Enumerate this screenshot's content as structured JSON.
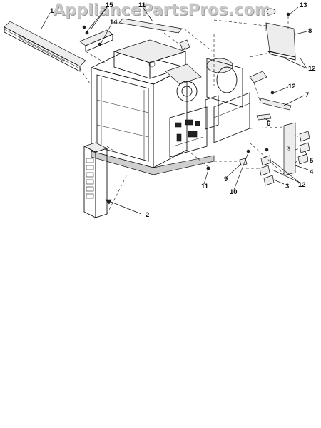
{
  "watermark": "AppliancePartsPros.com",
  "callouts": [
    {
      "id": "c1",
      "label": "1"
    },
    {
      "id": "c15",
      "label": "15"
    },
    {
      "id": "c14",
      "label": "14"
    },
    {
      "id": "c11a",
      "label": "11"
    },
    {
      "id": "c13",
      "label": "13"
    },
    {
      "id": "c8",
      "label": "8"
    },
    {
      "id": "c12a",
      "label": "12"
    },
    {
      "id": "c12b",
      "label": "12"
    },
    {
      "id": "c7",
      "label": "7"
    },
    {
      "id": "c6",
      "label": "6"
    },
    {
      "id": "c5",
      "label": "5"
    },
    {
      "id": "c4",
      "label": "4"
    },
    {
      "id": "c12c",
      "label": "12"
    },
    {
      "id": "c3",
      "label": "3"
    },
    {
      "id": "c9",
      "label": "9"
    },
    {
      "id": "c10",
      "label": "10"
    },
    {
      "id": "c11b",
      "label": "11"
    },
    {
      "id": "c2",
      "label": "2"
    }
  ],
  "colors": {
    "ink": "#111111",
    "watermark": "#c8c8c8"
  }
}
